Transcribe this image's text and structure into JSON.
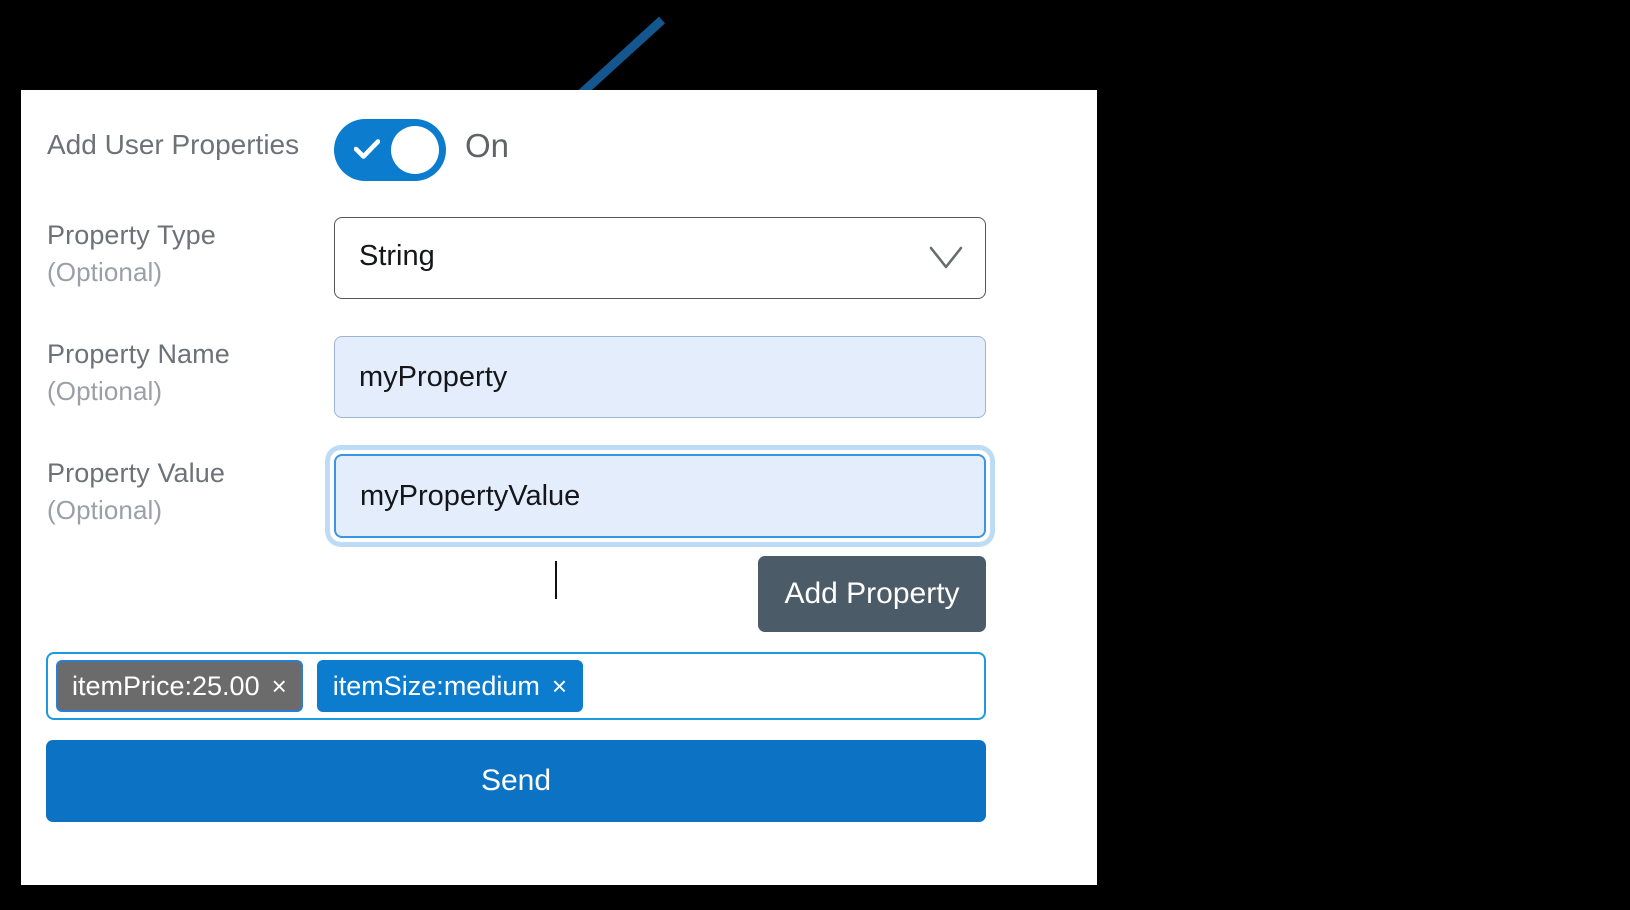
{
  "panel": {
    "toggle_row": {
      "label": "Add User Properties",
      "state_text": "On",
      "checked": true,
      "check_icon": "check-icon",
      "accent_color": "#0b7cce"
    },
    "fields": [
      {
        "label": "Property Type",
        "optional": "(Optional)",
        "control": "select",
        "value": "String",
        "chevron_icon": "chevron-down-icon"
      },
      {
        "label": "Property Name",
        "optional": "(Optional)",
        "control": "text-input",
        "value": "myProperty",
        "placeholder": "Property Name"
      },
      {
        "label": "Property Value",
        "optional": "(Optional)",
        "control": "text-input",
        "value": "myPropertyValue",
        "placeholder": "Property Value",
        "focused": true
      }
    ],
    "add_property_button": {
      "label": "Add Property",
      "color": "#4c5b68"
    },
    "tags": [
      {
        "label": "itemPrice:25.00",
        "remove_icon": "×",
        "style": "grey",
        "color": "#6b6b6b"
      },
      {
        "label": "itemSize:medium",
        "remove_icon": "×",
        "style": "blue",
        "color": "#0b7cce"
      }
    ],
    "send_button": {
      "label": "Send",
      "color": "#0b72c4"
    }
  },
  "annotation": {
    "arrow": {
      "icon": "arrow-pointer-icon",
      "color": "#14578f",
      "points_to": "Add User Properties toggle"
    }
  }
}
